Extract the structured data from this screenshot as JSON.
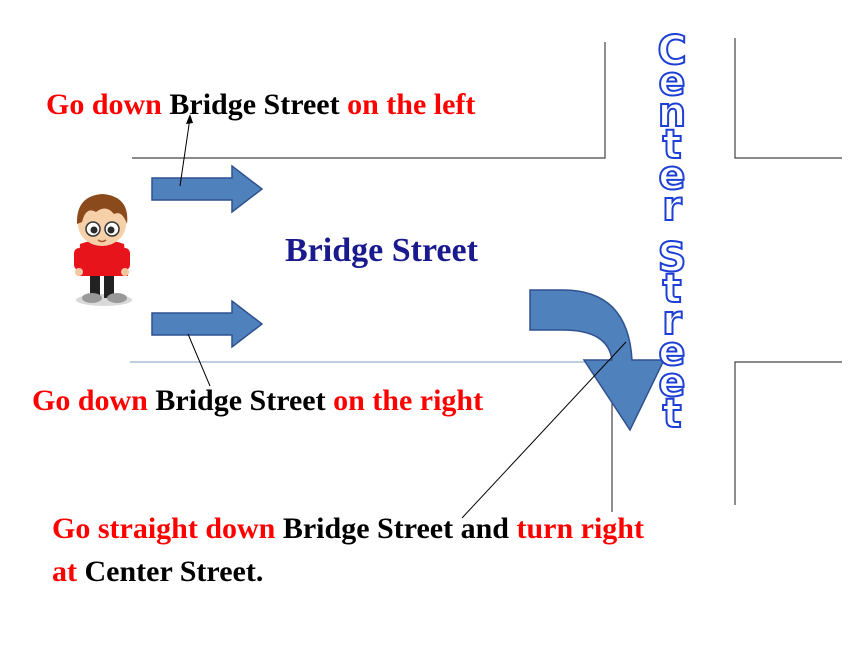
{
  "captions": {
    "left": {
      "a": "Go down",
      "b": " Bridge Street ",
      "c": "on the left"
    },
    "right": {
      "a": "Go down",
      "b": " Bridge Street ",
      "c": "on the right"
    },
    "straight": {
      "a": "Go straight down",
      "b": " Bridge Street and ",
      "c": "turn right",
      "d": "at",
      "e": " Center Street."
    }
  },
  "streets": {
    "horizontal": "Bridge Street",
    "vertical": "Center Street"
  },
  "colors": {
    "red": "#ff0000",
    "black": "#000000",
    "street_label": "#1a1a8e",
    "arrow_fill": "#4f81bd",
    "arrow_stroke": "#2f528f",
    "vertical_outline": "#1d3fd6"
  },
  "icons": {
    "character": "boy-cartoon-icon",
    "arrows": "right-arrow-icon",
    "turn": "curved-turn-arrow-icon"
  }
}
